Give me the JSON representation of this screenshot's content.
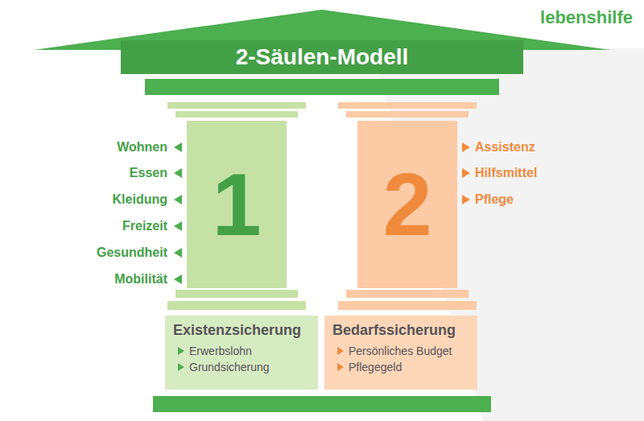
{
  "diagram": {
    "title": "2-Säulen-Modell",
    "nodes": [
      {
        "text": [
          "1"
        ]
      },
      {
        "text": [
          "2"
        ]
      },
      {
        "text": [
          "Existenzsicherung",
          "Erwerbslohn",
          "Grundsicherung"
        ]
      },
      {
        "text": [
          "Bedarfssicherung",
          "Persönliches Budget",
          "Pflegegeld"
        ]
      }
    ],
    "labels": [
      "Wohnen",
      "Essen",
      "Kleidung",
      "Freizeit",
      "Gesundheit",
      "Mobilität",
      "Assistenz",
      "Hilfsmittel",
      "Pflege",
      "lebenshilfe"
    ]
  }
}
